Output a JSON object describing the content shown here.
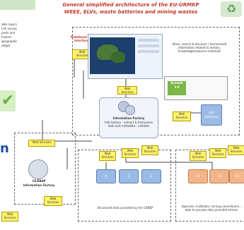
{
  "header": {
    "title_line1": "General simplified architecture of the EU-URMKP",
    "title_line2": "WEEE, ELVs, waste batteries and mining wastes",
    "left_logo_text": "",
    "right_logo_glyph": "♻"
  },
  "left_column": {
    "text_lines": [
      "able layers",
      "(cal survey",
      "ports and",
      "historic",
      "geographic",
      "ology)"
    ],
    "check_glyph": "✔",
    "letter": "n",
    "web_service_label": "Web\nServices"
  },
  "center": {
    "red_label": "Relational DB\ninterface",
    "ws_top_label": "Web\nServices",
    "caption_right": "Store, search & discover / harmonized information related to wastes, knowledge/resource materials",
    "web_services_mid": "Web Services",
    "info_factory_title": "Information Factory",
    "info_factory_sub": "Info factory - extract & harmonise data and metadata - validate",
    "ws_right_small": "Web\nServices",
    "db_label": "Info\nDatabase",
    "green_box_text": "Ecoweb\n3.0"
  },
  "bottom_left": {
    "ws_label": "Web Services",
    "factory_title": "CE/EBAP",
    "factory_sub": "Information Factory",
    "ws_small": "Web\nServices"
  },
  "bottom_middle": {
    "ws_boxes": [
      "Web\nServices",
      "Web\nServices",
      "Web\nServices"
    ],
    "cylinders": [
      "0",
      "1",
      "2"
    ],
    "caption": "Structured data provided by the GSNEP"
  },
  "bottom_right": {
    "ws_boxes": [
      "Web\nServices",
      "Web\nServices",
      "Web\nServices"
    ],
    "cylinders": [
      "11",
      "12",
      "13"
    ],
    "caption": "Agencies, Institutes, mining consortiums... able to provide data provided entries"
  },
  "colors": {
    "title_red": "#c0392b",
    "yellow_box": "#fff36b",
    "db_blue": "#9bbbe6",
    "db_orange": "#f2b58a",
    "green_block": "#7ab648"
  }
}
